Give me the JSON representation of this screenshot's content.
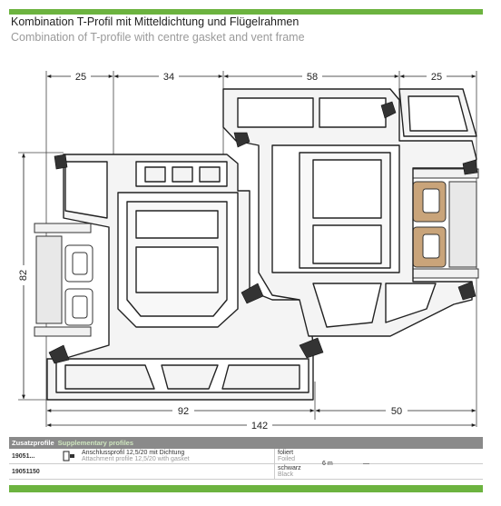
{
  "header": {
    "title_de": "Kombination T-Profil mit Mitteldichtung und Flügelrahmen",
    "title_en": "Combination of T-profile with centre gasket and vent frame"
  },
  "dimensions": {
    "top_left": "25",
    "top_mid": "34",
    "top_right_mid": "58",
    "top_right": "25",
    "left_height": "82",
    "bottom_left": "92",
    "bottom_right": "50",
    "bottom_total": "142"
  },
  "table": {
    "header_de": "Zusatzprofile",
    "header_en": "Supplementary profiles",
    "rows": [
      {
        "article": "19051...",
        "desc_de": "Anschlussprofil 12,5/20 mit Dichtung",
        "desc_en": "Attachment profile 12,5/20 with gasket",
        "color_de": "foliert",
        "color_en": "Foiled",
        "length": "6 m",
        "extra": "—"
      },
      {
        "article": "19051150",
        "desc_de": "",
        "desc_en": "",
        "color_de": "schwarz",
        "color_en": "Black",
        "length": "",
        "extra": ""
      }
    ]
  },
  "colors": {
    "accent": "#6cb33f",
    "line": "#222222",
    "fill_profile": "#f4f4f4"
  }
}
